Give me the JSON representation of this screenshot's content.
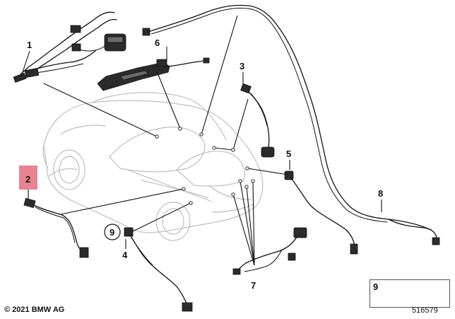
{
  "callouts": {
    "c1": "1",
    "c2": "2",
    "c3": "3",
    "c4": "4",
    "c5": "5",
    "c6": "6",
    "c7": "7",
    "c8": "8",
    "c9": "9"
  },
  "legend": {
    "number": "9"
  },
  "footer": {
    "copyright": "© 2021 BMW AG",
    "diagram_id": "516579"
  },
  "colors": {
    "highlight": "#e8838f",
    "car_outline": "#bfbfbf",
    "ink": "#111111"
  }
}
